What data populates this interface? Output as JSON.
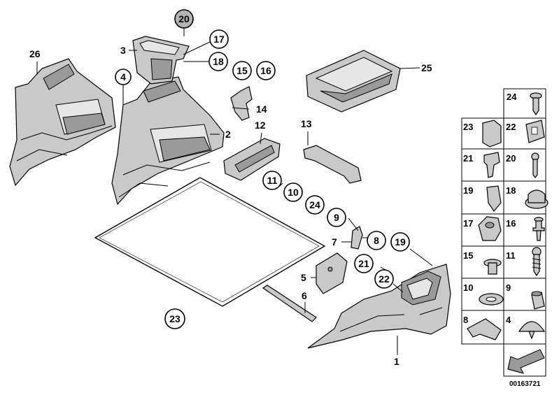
{
  "callouts_plain": [
    {
      "id": "c26",
      "text": "26"
    },
    {
      "id": "c3",
      "text": "3"
    },
    {
      "id": "c4",
      "text": "4"
    },
    {
      "id": "c2",
      "text": "2"
    },
    {
      "id": "c14",
      "text": "14"
    },
    {
      "id": "c12",
      "text": "12"
    },
    {
      "id": "c13",
      "text": "13"
    },
    {
      "id": "c25",
      "text": "25"
    },
    {
      "id": "c7",
      "text": "7"
    },
    {
      "id": "c5",
      "text": "5"
    },
    {
      "id": "c6",
      "text": "6"
    },
    {
      "id": "c1",
      "text": "1"
    }
  ],
  "callouts_circled": [
    {
      "id": "k20",
      "text": "20",
      "highlighted": true
    },
    {
      "id": "k17",
      "text": "17"
    },
    {
      "id": "k18",
      "text": "18"
    },
    {
      "id": "k15",
      "text": "15"
    },
    {
      "id": "k16",
      "text": "16"
    },
    {
      "id": "k11",
      "text": "11"
    },
    {
      "id": "k10",
      "text": "10"
    },
    {
      "id": "k24",
      "text": "24"
    },
    {
      "id": "k9",
      "text": "9"
    },
    {
      "id": "k8",
      "text": "8"
    },
    {
      "id": "k19",
      "text": "19"
    },
    {
      "id": "k21",
      "text": "21"
    },
    {
      "id": "k22",
      "text": "22"
    },
    {
      "id": "k23",
      "text": "23"
    }
  ],
  "fastener_table": [
    {
      "num": "24",
      "icon": "screw-bolt-icon"
    },
    {
      "num": "23",
      "icon": "cap-icon"
    },
    {
      "num": "22",
      "icon": "clip-icon"
    },
    {
      "num": "21",
      "icon": "expansion-rivet-icon"
    },
    {
      "num": "20",
      "icon": "screw-icon"
    },
    {
      "num": "19",
      "icon": "plug-icon"
    },
    {
      "num": "18",
      "icon": "grommet-icon"
    },
    {
      "num": "17",
      "icon": "nut-icon"
    },
    {
      "num": "16",
      "icon": "push-pin-icon"
    },
    {
      "num": "15",
      "icon": "rivet-icon"
    },
    {
      "num": "11",
      "icon": "tapping-screw-icon"
    },
    {
      "num": "10",
      "icon": "washer-icon"
    },
    {
      "num": "9",
      "icon": "sleeve-icon"
    },
    {
      "num": "8",
      "icon": "spring-nut-icon"
    },
    {
      "num": "4",
      "icon": "dome-plug-icon"
    }
  ],
  "document_number": "00163721",
  "colors": {
    "part_fill": "#c9c9c9",
    "highlight_fill": "#b3b3b3",
    "line": "#000000"
  }
}
